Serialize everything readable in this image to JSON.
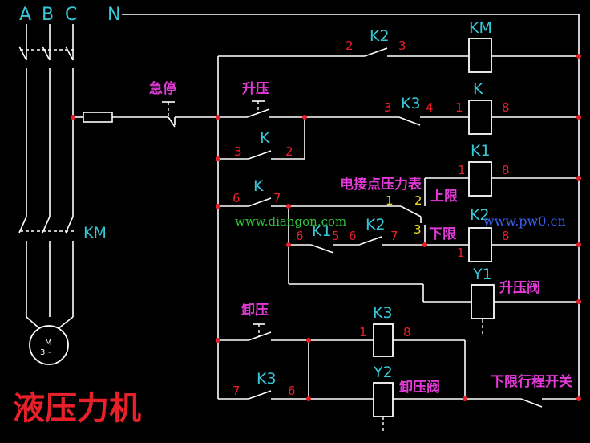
{
  "phases": {
    "a": "A",
    "b": "B",
    "c": "C",
    "n": "N"
  },
  "motor": {
    "label": "M",
    "sub": "3~",
    "contactor": "KM"
  },
  "buttons": {
    "estop": "急停",
    "raise": "升压",
    "release": "卸压"
  },
  "components": {
    "k2": "K2",
    "km": "KM",
    "k3_r2": "K3",
    "k_coil": "K",
    "k_holding": "K",
    "k1_coil": "K1",
    "k_contact": "K",
    "k2_coil": "K2",
    "k1_contact": "K1",
    "k2_contact": "K2",
    "y1": "Y1",
    "k3_coil": "K3",
    "k3_contact": "K3",
    "y2": "Y2"
  },
  "gauge": {
    "label": "电接点压力表",
    "upper": "上限",
    "lower": "下限",
    "p1": "1",
    "p2": "2",
    "p3": "3"
  },
  "valves": {
    "raise": "升压阀",
    "release": "卸压阀",
    "limit_switch": "下限行程开关"
  },
  "terminals": {
    "r1_a": "2",
    "r1_b": "3",
    "r2_a": "3",
    "r2_b": "4",
    "r2_c": "1",
    "r2_d": "8",
    "r3_a": "3",
    "r3_b": "2",
    "k1_a": "1",
    "k1_b": "8",
    "r4_a": "6",
    "r4_b": "7",
    "r5_a": "6",
    "r5_b": "5",
    "r5_c": "6",
    "r5_d": "7",
    "r5_e": "8",
    "r5_f": "1",
    "k3c_a": "1",
    "k3c_b": "8",
    "r7_a": "7",
    "r7_b": "6"
  },
  "watermarks": {
    "left": "www.diangon.com",
    "right": "www.pw0.cn"
  },
  "title": "液压力机"
}
